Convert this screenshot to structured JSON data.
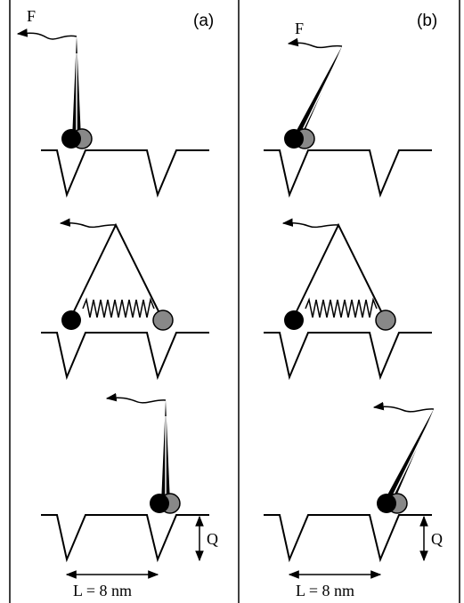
{
  "panels": [
    {
      "label": "(a)",
      "force_label": "F",
      "q_label": "Q",
      "l_label": "L = 8 nm"
    },
    {
      "label": "(b)",
      "force_label": "F",
      "q_label": "Q",
      "l_label": "L = 8 nm"
    }
  ],
  "colors": {
    "ink": "#000000",
    "head_front": "#000000",
    "head_back": "#888888",
    "background": "#ffffff"
  }
}
